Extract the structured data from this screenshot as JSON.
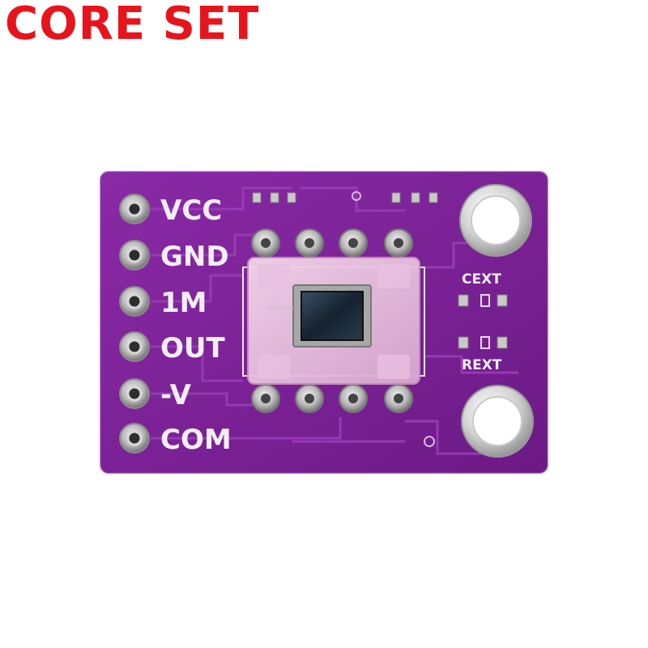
{
  "brand": {
    "text": "CORE SET",
    "color": "#e8141b"
  },
  "board": {
    "pcb_color": "#7a1f94",
    "pin_labels": [
      "VCC",
      "GND",
      "1M",
      "OUT",
      "-V",
      "COM"
    ],
    "silkscreen": {
      "cap_label": "CEXT",
      "res_label": "REXT"
    }
  }
}
